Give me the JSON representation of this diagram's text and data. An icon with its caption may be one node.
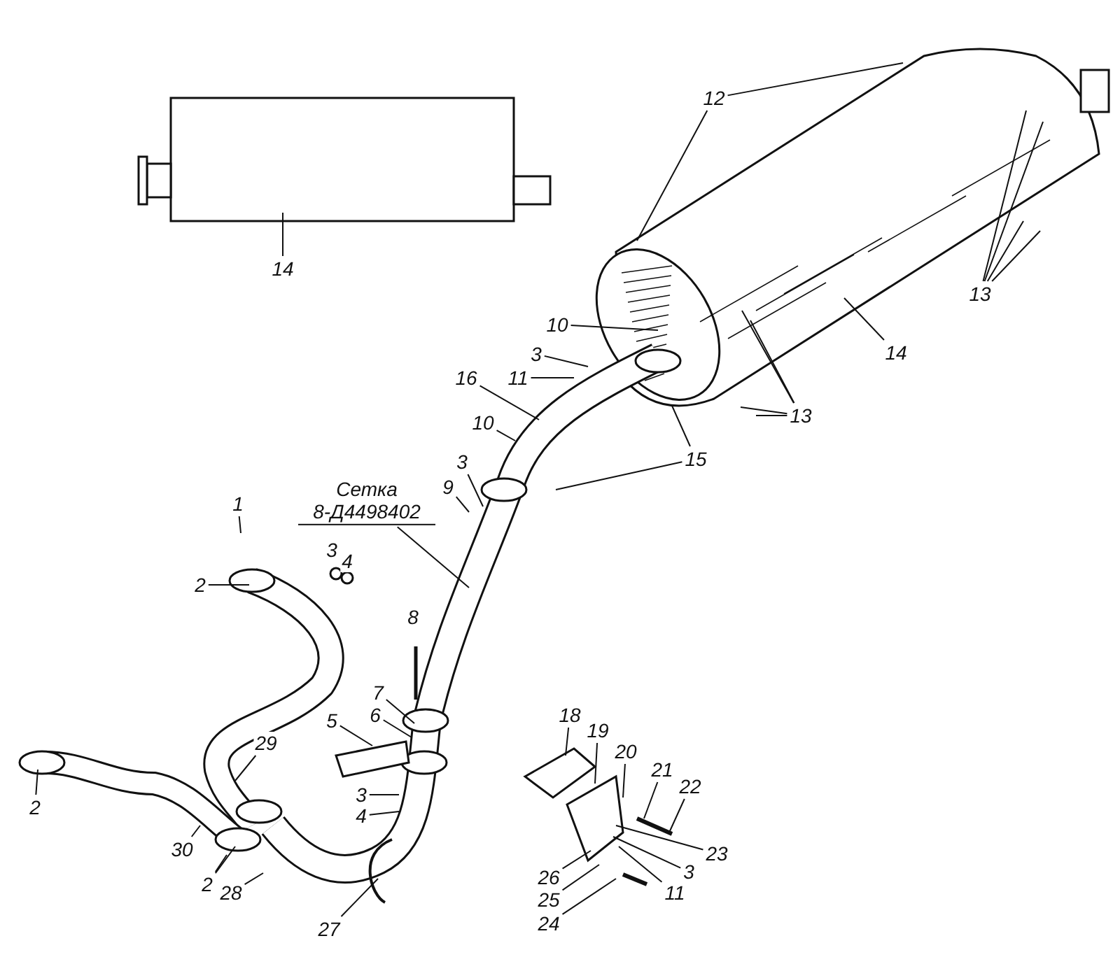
{
  "diagram": {
    "nodes": [
      {
        "text": [
          "14"
        ]
      },
      {
        "text": [
          "12"
        ]
      },
      {
        "text": [
          "13"
        ]
      },
      {
        "text": [
          "14"
        ]
      },
      {
        "text": [
          "10"
        ]
      },
      {
        "text": [
          "3"
        ]
      },
      {
        "text": [
          "11"
        ]
      },
      {
        "text": [
          "16"
        ]
      },
      {
        "text": [
          "13"
        ]
      },
      {
        "text": [
          "15"
        ]
      },
      {
        "text": [
          "10"
        ]
      },
      {
        "text": [
          "3"
        ]
      },
      {
        "text": [
          "9"
        ]
      },
      {
        "text": [
          "Сетка",
          "8-Д4498402"
        ]
      },
      {
        "text": [
          "1"
        ]
      },
      {
        "text": [
          "2"
        ]
      },
      {
        "text": [
          "7"
        ]
      },
      {
        "text": [
          "6"
        ]
      },
      {
        "text": [
          "5"
        ]
      },
      {
        "text": [
          "3"
        ]
      },
      {
        "text": [
          "4"
        ]
      },
      {
        "text": [
          "29"
        ]
      },
      {
        "text": [
          "30"
        ]
      },
      {
        "text": [
          "2"
        ]
      },
      {
        "text": [
          "2"
        ]
      },
      {
        "text": [
          "28"
        ]
      },
      {
        "text": [
          "27"
        ]
      },
      {
        "text": [
          "18"
        ]
      },
      {
        "text": [
          "19"
        ]
      },
      {
        "text": [
          "20"
        ]
      },
      {
        "text": [
          "21"
        ]
      },
      {
        "text": [
          "22"
        ]
      },
      {
        "text": [
          "23"
        ]
      },
      {
        "text": [
          "3"
        ]
      },
      {
        "text": [
          "11"
        ]
      },
      {
        "text": [
          "26"
        ]
      },
      {
        "text": [
          "25"
        ]
      },
      {
        "text": [
          "24"
        ]
      }
    ],
    "edges": [
      {
        "from": 0,
        "to": null,
        "arrow": "none"
      },
      {
        "from": 1,
        "to": null,
        "arrow": "none"
      },
      {
        "from": 1,
        "to": null,
        "arrow": "none"
      },
      {
        "from": 2,
        "to": null,
        "arrow": "none"
      },
      {
        "from": 2,
        "to": null,
        "arrow": "none"
      },
      {
        "from": 2,
        "to": null,
        "arrow": "none"
      },
      {
        "from": 2,
        "to": null,
        "arrow": "none"
      },
      {
        "from": 3,
        "to": null,
        "arrow": "none"
      },
      {
        "from": 4,
        "to": null,
        "arrow": "none"
      },
      {
        "from": 5,
        "to": null,
        "arrow": "none"
      },
      {
        "from": 6,
        "to": null,
        "arrow": "none"
      },
      {
        "from": 7,
        "to": null,
        "arrow": "none"
      },
      {
        "from": 8,
        "to": null,
        "arrow": "none"
      },
      {
        "from": 8,
        "to": null,
        "arrow": "none"
      },
      {
        "from": 8,
        "to": null,
        "arrow": "none"
      },
      {
        "from": 8,
        "to": null,
        "arrow": "none"
      },
      {
        "from": 9,
        "to": null,
        "arrow": "none"
      },
      {
        "from": 9,
        "to": null,
        "arrow": "none"
      },
      {
        "from": 10,
        "to": null,
        "arrow": "none"
      },
      {
        "from": 11,
        "to": null,
        "arrow": "none"
      },
      {
        "from": 12,
        "to": null,
        "arrow": "none"
      },
      {
        "from": 13,
        "to": null,
        "arrow": "none"
      },
      {
        "from": 14,
        "to": null,
        "arrow": "none"
      },
      {
        "from": 15,
        "to": null,
        "arrow": "none"
      },
      {
        "from": 16,
        "to": null,
        "arrow": "none"
      },
      {
        "from": 17,
        "to": null,
        "arrow": "none"
      },
      {
        "from": 18,
        "to": null,
        "arrow": "none"
      },
      {
        "from": 19,
        "to": null,
        "arrow": "none"
      },
      {
        "from": 20,
        "to": null,
        "arrow": "none"
      },
      {
        "from": 21,
        "to": null,
        "arrow": "none"
      },
      {
        "from": 22,
        "to": null,
        "arrow": "none"
      },
      {
        "from": 23,
        "to": null,
        "arrow": "none"
      },
      {
        "from": 24,
        "to": null,
        "arrow": "none"
      },
      {
        "from": 24,
        "to": null,
        "arrow": "none"
      },
      {
        "from": 25,
        "to": null,
        "arrow": "none"
      },
      {
        "from": 26,
        "to": null,
        "arrow": "none"
      },
      {
        "from": 27,
        "to": null,
        "arrow": "none"
      },
      {
        "from": 28,
        "to": null,
        "arrow": "none"
      },
      {
        "from": 29,
        "to": null,
        "arrow": "none"
      },
      {
        "from": 30,
        "to": null,
        "arrow": "none"
      },
      {
        "from": 31,
        "to": null,
        "arrow": "none"
      },
      {
        "from": 32,
        "to": null,
        "arrow": "none"
      },
      {
        "from": 33,
        "to": null,
        "arrow": "none"
      },
      {
        "from": 34,
        "to": null,
        "arrow": "none"
      },
      {
        "from": 35,
        "to": null,
        "arrow": "none"
      },
      {
        "from": 36,
        "to": null,
        "arrow": "none"
      },
      {
        "from": 37,
        "to": null,
        "arrow": "none"
      }
    ],
    "labels": [
      "3",
      "4",
      "8"
    ]
  }
}
